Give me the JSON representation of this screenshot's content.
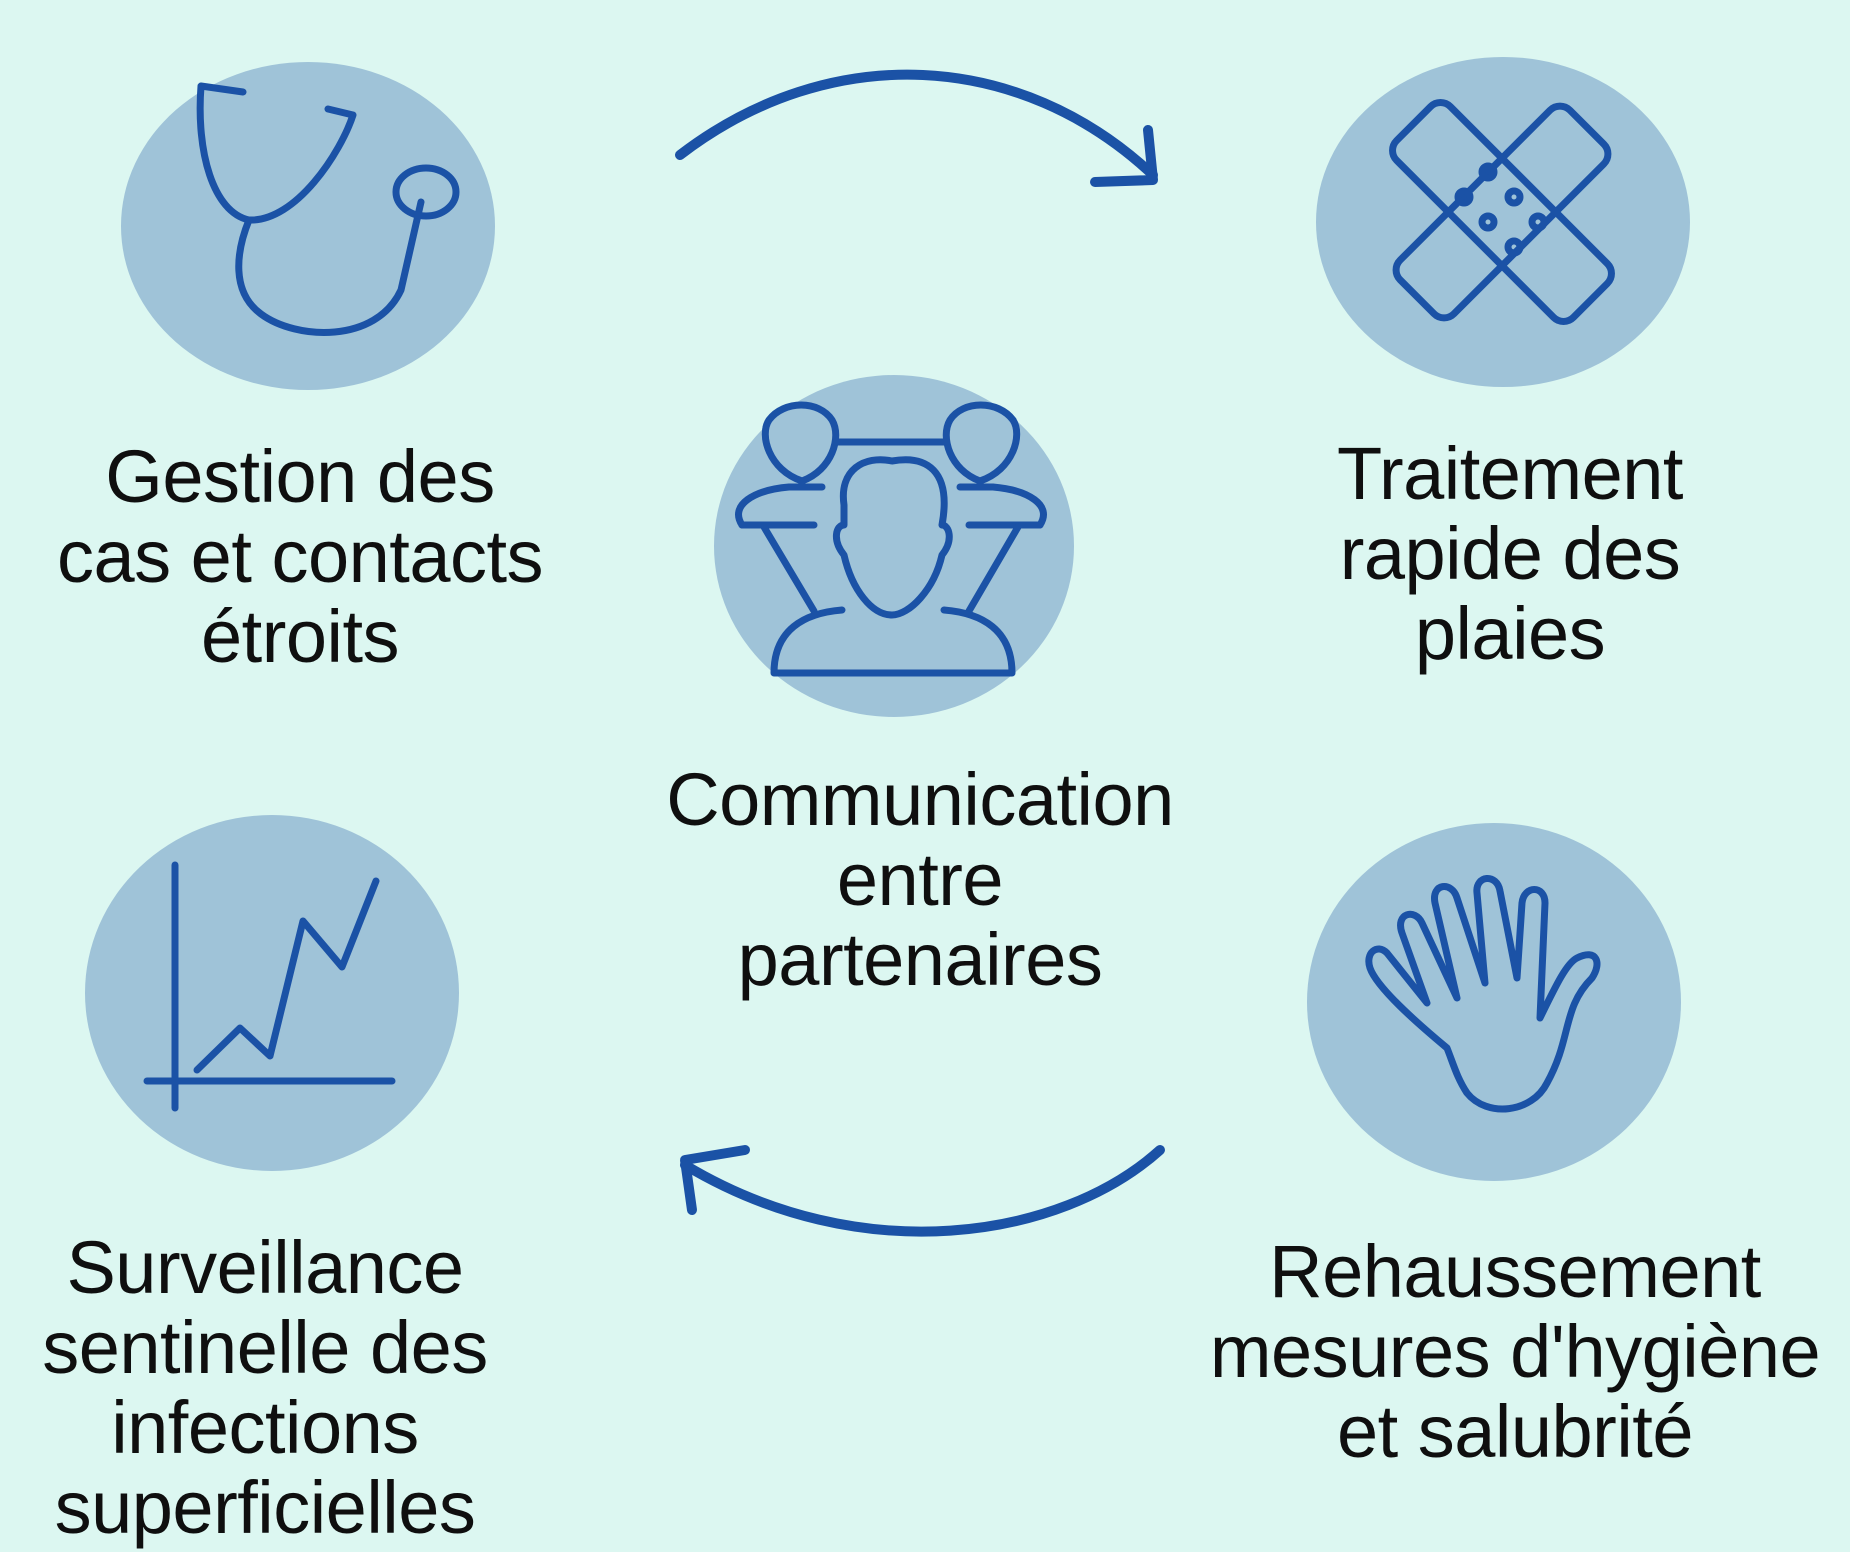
{
  "accent_color": "#1b52a6",
  "circle_color": "#9fc3d8",
  "background_color": "#dcf7f1",
  "center": {
    "icon": "team-communication-icon",
    "lines": [
      "Communication",
      "entre",
      "partenaires"
    ]
  },
  "items": [
    {
      "icon": "stethoscope-icon",
      "lines": [
        "Gestion des",
        "cas et contacts",
        "étroits"
      ]
    },
    {
      "icon": "bandage-icon",
      "lines": [
        "Traitement",
        "rapide des",
        "plaies"
      ]
    },
    {
      "icon": "line-chart-icon",
      "lines": [
        "Surveillance",
        "sentinelle des",
        "infections",
        "superficielles"
      ]
    },
    {
      "icon": "hand-icon",
      "lines": [
        "Rehaussement",
        "mesures d'hygiène",
        "et salubrité"
      ]
    }
  ],
  "arrows": [
    {
      "icon": "curved-arrow-right-icon"
    },
    {
      "icon": "curved-arrow-left-icon"
    }
  ]
}
